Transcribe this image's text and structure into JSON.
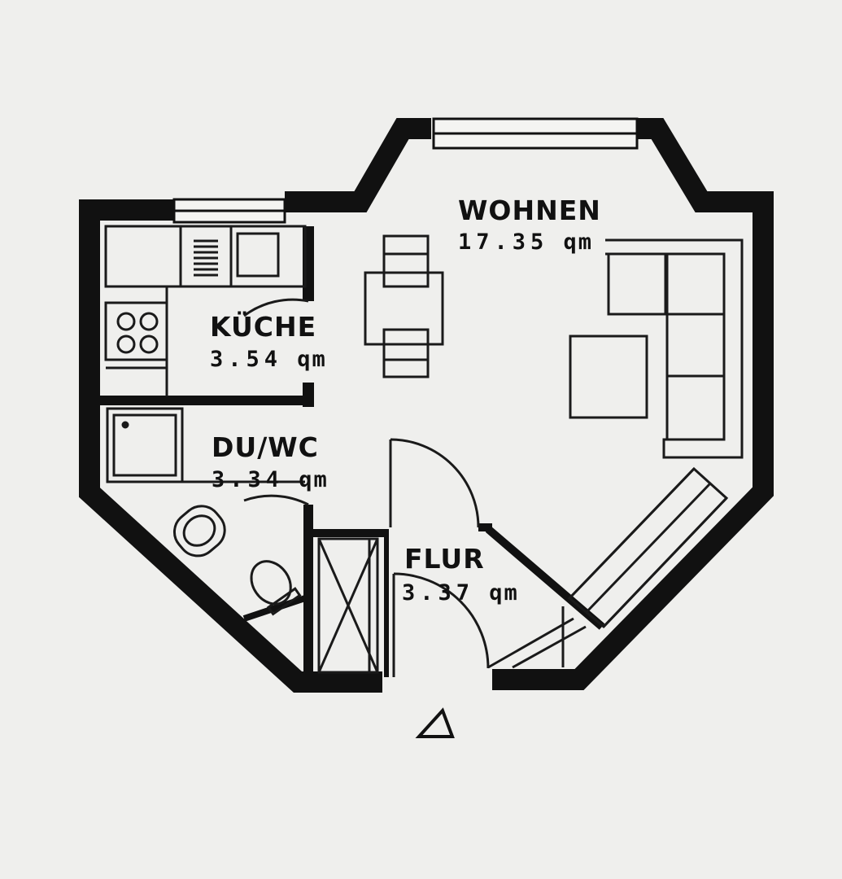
{
  "plan": {
    "rooms": [
      {
        "id": "wohnen",
        "name": "WOHNEN",
        "area": "17.35",
        "unit": "qm"
      },
      {
        "id": "kueche",
        "name": "KÜCHE",
        "area": "3.54",
        "unit": "qm"
      },
      {
        "id": "duwc",
        "name": "DU/WC",
        "area": "3.34",
        "unit": "qm"
      },
      {
        "id": "flur",
        "name": "FLUR",
        "area": "3.37",
        "unit": "qm"
      }
    ],
    "entrance_marker": "triangle-icon",
    "colors": {
      "background": "#efefed",
      "wall": "#111111",
      "line": "#1a1a1a"
    }
  }
}
